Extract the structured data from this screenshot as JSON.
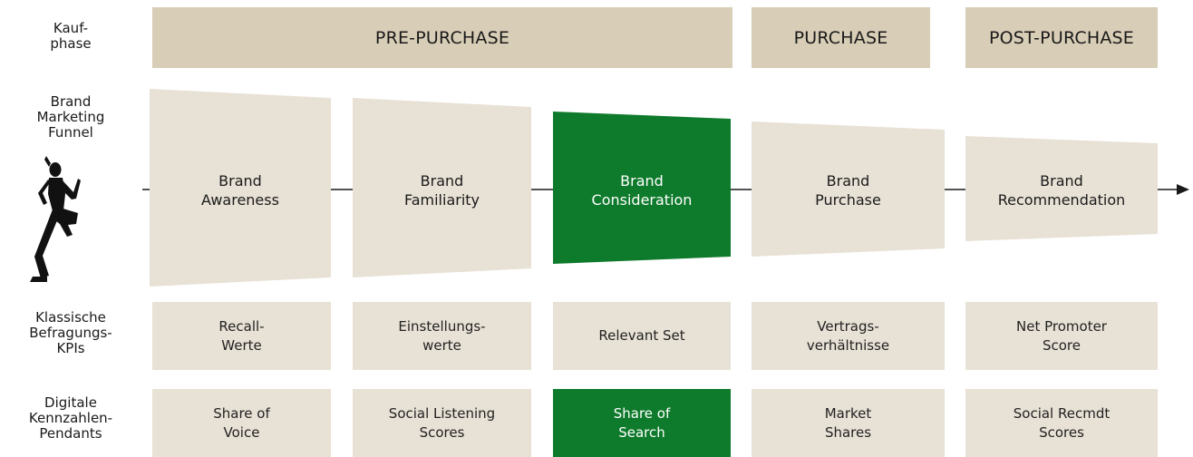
{
  "row_labels": {
    "phase": [
      "Kauf-",
      "phase"
    ],
    "funnel": [
      "Brand",
      "Marketing",
      "Funnel"
    ],
    "kpis": [
      "Klassische",
      "Befragungs-",
      "KPIs"
    ],
    "digital": [
      "Digitale",
      "Kennzahlen-",
      "Pendants"
    ]
  },
  "phases": [
    "PRE-PURCHASE",
    "PURCHASE",
    "POST-PURCHASE"
  ],
  "stages": [
    {
      "lines": [
        "Brand",
        "Awareness"
      ],
      "highlight": false
    },
    {
      "lines": [
        "Brand",
        "Familiarity"
      ],
      "highlight": false
    },
    {
      "lines": [
        "Brand",
        "Consideration"
      ],
      "highlight": true
    },
    {
      "lines": [
        "Brand",
        "Purchase"
      ],
      "highlight": false
    },
    {
      "lines": [
        "Brand",
        "Recommendation"
      ],
      "highlight": false
    }
  ],
  "kpis": [
    [
      "Recall-",
      "Werte"
    ],
    [
      "Einstellungs-",
      "werte"
    ],
    [
      "Relevant Set"
    ],
    [
      "Vertrags-",
      "verhältnisse"
    ],
    [
      "Net Promoter",
      "Score"
    ]
  ],
  "digital": [
    {
      "lines": [
        "Share of",
        "Voice"
      ],
      "highlight": false
    },
    {
      "lines": [
        "Social Listening",
        "Scores"
      ],
      "highlight": false
    },
    {
      "lines": [
        "Share of",
        "Search"
      ],
      "highlight": true
    },
    {
      "lines": [
        "Market",
        "Shares"
      ],
      "highlight": false
    },
    {
      "lines": [
        "Social Recmdt",
        "Scores"
      ],
      "highlight": false
    }
  ],
  "colors": {
    "phase_bg": "#d8cdb6",
    "stage_bg": "#e8e1d5",
    "highlight": "#0e7a2b",
    "line": "#1a1a1a"
  },
  "icons": {
    "runner": "runner-silhouette-icon"
  }
}
